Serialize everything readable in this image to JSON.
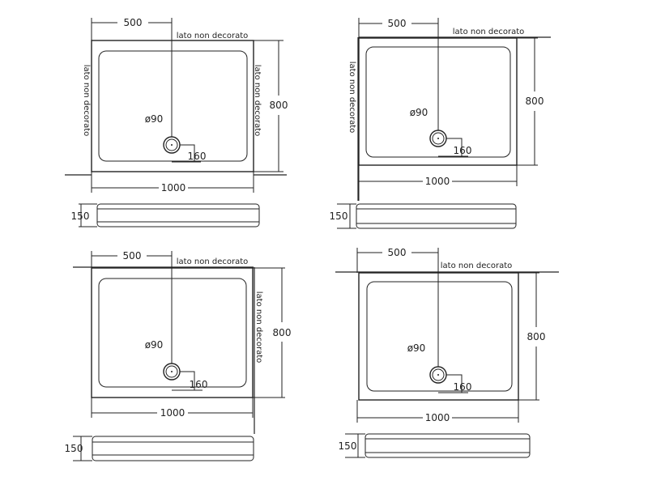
{
  "labels": {
    "width": "1000",
    "depth": "800",
    "half_width": "500",
    "drain_diameter": "ø90",
    "drain_offset": "160",
    "height": "150",
    "non_decorated_side": "lato non decorato"
  },
  "colors": {
    "line": "#222222",
    "background": "#ffffff"
  }
}
